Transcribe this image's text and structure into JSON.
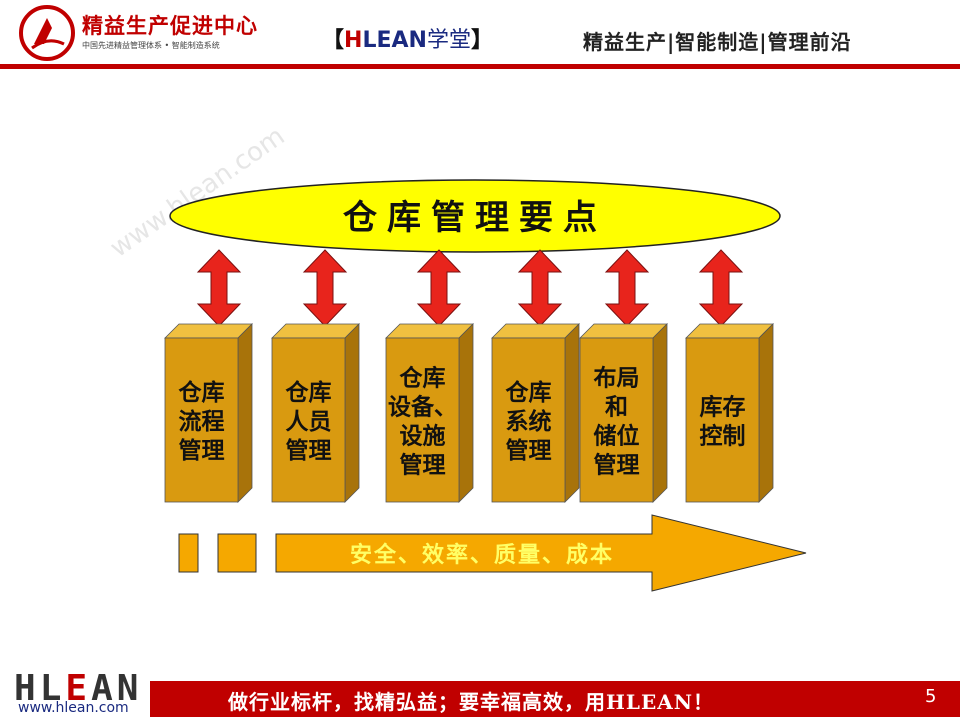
{
  "header": {
    "brand_title": "精益生产促进中心",
    "brand_subtitle": "中国先进精益管理体系 • 智能制造系统",
    "tag_open": "【",
    "tag_h": "H",
    "tag_lean": "LEAN",
    "tag_xuetang": "学堂",
    "tag_close": "】",
    "slogan": "精益生产|智能制造|管理前沿",
    "accent_color": "#c00000"
  },
  "diagram": {
    "title": "仓库管理要点",
    "boxes": [
      {
        "lines": [
          "仓库",
          "流程",
          "管理"
        ]
      },
      {
        "lines": [
          "仓库",
          "人员",
          "管理"
        ]
      },
      {
        "lines": [
          "仓库",
          "设备、",
          "设施",
          "管理"
        ]
      },
      {
        "lines": [
          "仓库",
          "系统",
          "管理"
        ]
      },
      {
        "lines": [
          "布局",
          "和",
          "储位",
          "管理"
        ]
      },
      {
        "lines": [
          "库存",
          "控制"
        ]
      }
    ],
    "goal_text": "安全、效率、质量、成本",
    "colors": {
      "ellipse": "#ffff00",
      "box_front": "#d99a10",
      "box_side": "#a8730a",
      "box_top": "#f0c040",
      "double_arrow": "#e8241c",
      "goal_arrow": "#f5a800"
    }
  },
  "watermark": "www.hlean.com",
  "footer": {
    "logo_h": "H",
    "logo_l": "L",
    "logo_e": "E",
    "logo_an": "AN",
    "url": "www.hlean.com",
    "slogan": "做行业标杆，找精弘益；要幸福高效，用HLEAN！",
    "page_number": "5"
  }
}
